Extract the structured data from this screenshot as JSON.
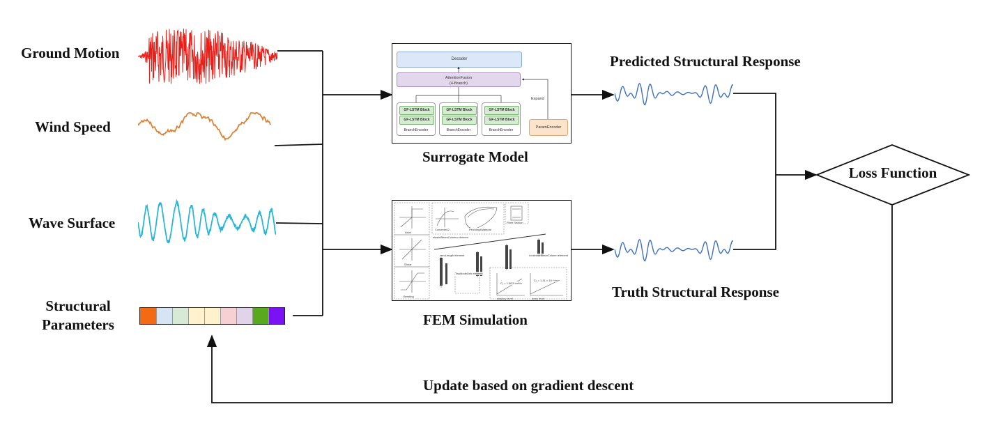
{
  "inputs": {
    "ground_motion": "Ground Motion",
    "wind_speed": "Wind Speed",
    "wave_surface": "Wave Surface",
    "structural_parameters_line1": "Structural",
    "structural_parameters_line2": "Parameters"
  },
  "surrogate": {
    "caption": "Surrogate Model",
    "decoder": "Decoder",
    "attention_line1": "AttentionFusion",
    "attention_line2": "(4-Branch)",
    "expand": "Expand",
    "param_encoder": "ParamEncoder",
    "branches": [
      {
        "block1": "GF-LSTM Block",
        "block2": "GF-LSTM Block",
        "label": "BranchEncoder"
      },
      {
        "block1": "GF-LSTM Block",
        "block2": "GF-LSTM Block",
        "label": "BranchEncoder"
      },
      {
        "block1": "GF-LSTM Block",
        "block2": "GF-LSTM Block",
        "label": "BranchEncoder"
      }
    ]
  },
  "fem": {
    "caption": "FEM Simulation",
    "panels": {
      "axial": "Axial",
      "shear": "Shear",
      "bending": "Bending",
      "concrete": "Concrete02",
      "pinching": "Pinching4Material",
      "fiber_section": "Fiber Section",
      "elastic_beam_column": "elasticBeamColumn element",
      "zero_length": "zeroLength element",
      "truss": "TwoNodeLink element",
      "nonlinear_beam_column": "nonlinearBeamColumn element",
      "shallow_level": "shallow level",
      "deep_level": "deep level",
      "eq_1": "C₁ = 1.6D3 cm²/a",
      "eq_2": "C₂ = 1.31 × 10⁻⁴/m"
    }
  },
  "outputs": {
    "predicted": "Predicted Structural Response",
    "truth": "Truth Structural Response"
  },
  "loss": {
    "label": "Loss Function"
  },
  "feedback": {
    "label": "Update based on gradient descent"
  },
  "colors": {
    "ground_motion": "#e8201a",
    "wind_speed": "#d9843a",
    "wave_surface": "#29b6d6",
    "response": "#3d6fc0",
    "decoder_fill": "#dce8f7",
    "attention_fill": "#e3d7ec",
    "block_fill": "#d6ecd2",
    "param_fill": "#fbe3cc",
    "param_cells": [
      "#f26b12",
      "#d6e4f4",
      "#d7ead4",
      "#fff2cc",
      "#fff2cc",
      "#f6d0d3",
      "#e2d4e8",
      "#5aa81e",
      "#7a12f5"
    ]
  }
}
